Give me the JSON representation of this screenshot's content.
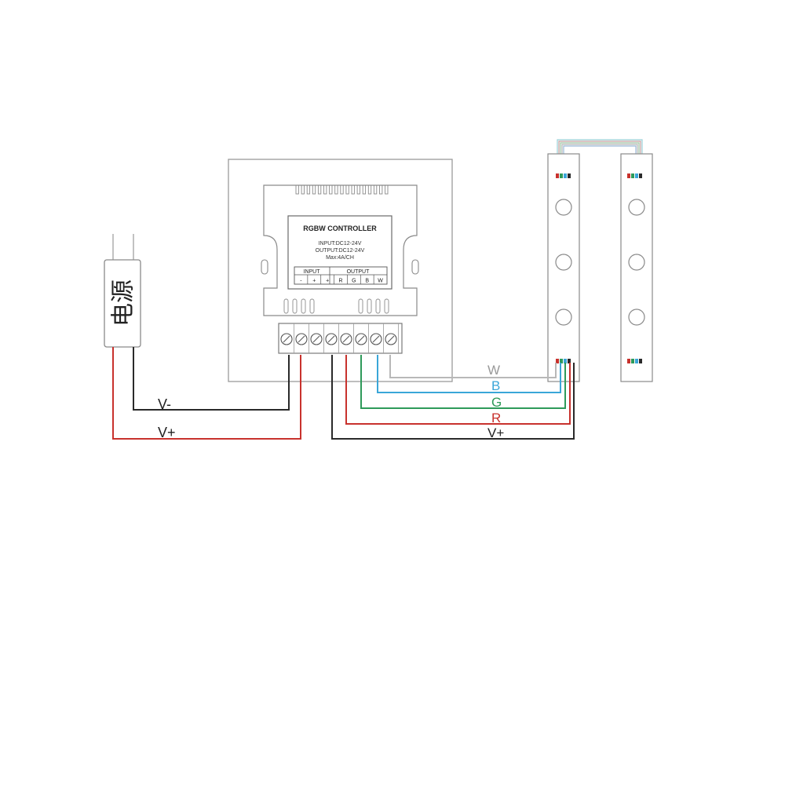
{
  "power_supply": {
    "label": "电源"
  },
  "controller": {
    "title": "RGBW CONTROLLER",
    "input_spec": "INPUT:DC12-24V",
    "output_spec": "OUTPUT:DC12-24V",
    "max_spec": "Max:4A/CH",
    "input_header": "INPUT",
    "output_header": "OUTPUT",
    "terminals": [
      "-",
      "+",
      "+",
      "R",
      "G",
      "B",
      "W"
    ]
  },
  "wires": {
    "supply_neg": "V-",
    "supply_pos": "V+",
    "w": "W",
    "b": "B",
    "g": "G",
    "r": "R",
    "vplus": "V+"
  },
  "colors": {
    "wire_black": "#2a2a2a",
    "wire_red": "#c8322d",
    "wire_blue": "#3aa6d8",
    "wire_green": "#2e9a5a",
    "wire_white": "#b8b8b8",
    "outline": "#8a8a8a"
  }
}
